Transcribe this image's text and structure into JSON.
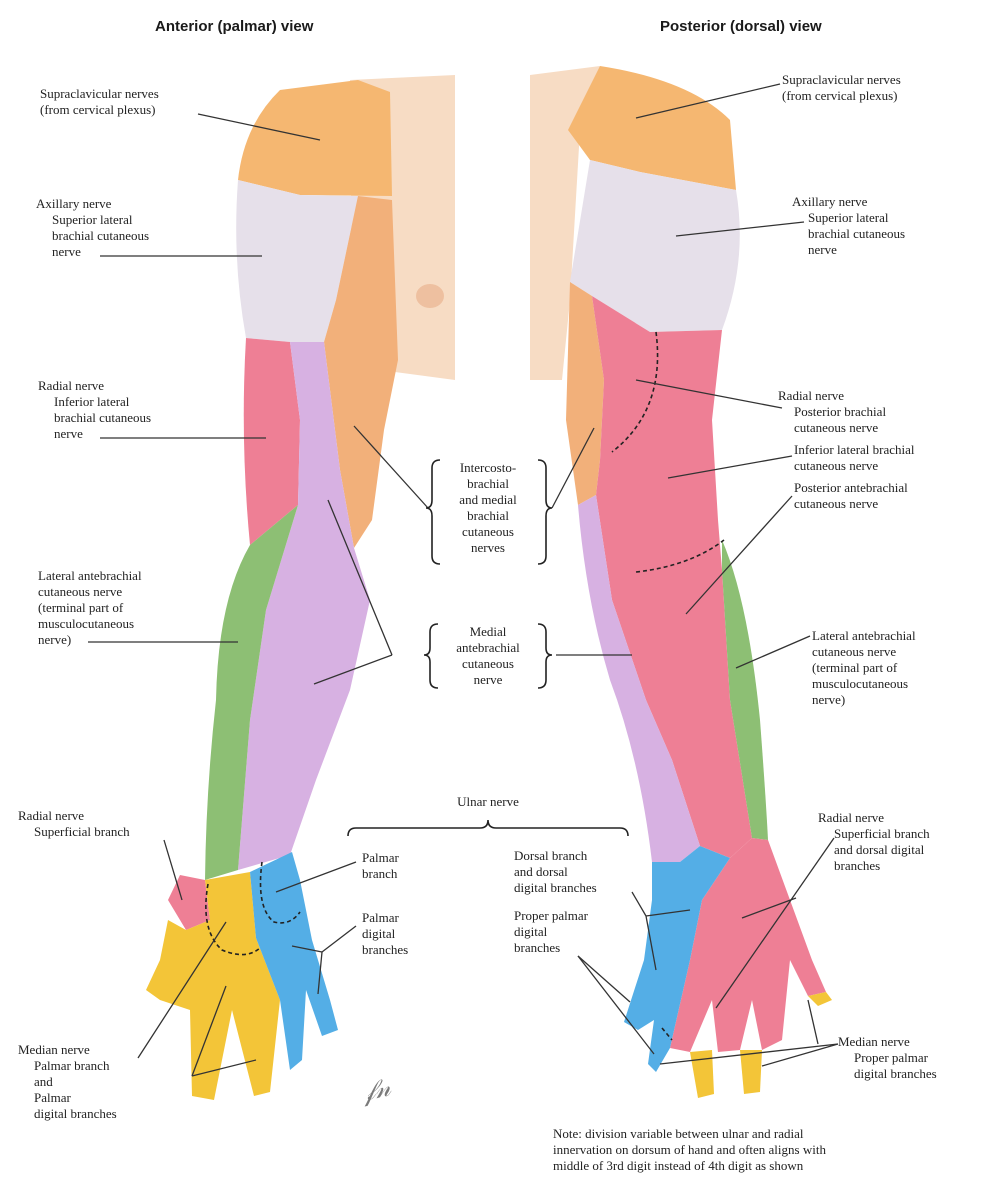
{
  "titles": {
    "anterior": "Anterior (palmar) view",
    "posterior": "Posterior (dorsal) view"
  },
  "labels": {
    "supraclavicular_l": [
      "Supraclavicular nerves",
      "(from cervical plexus)"
    ],
    "supraclavicular_r": [
      "Supraclavicular nerves",
      "(from cervical plexus)"
    ],
    "axillary_l": [
      "Axillary nerve",
      "Superior lateral",
      "brachial cutaneous",
      "nerve"
    ],
    "axillary_r": [
      "Axillary nerve",
      "Superior lateral",
      "brachial cutaneous",
      "nerve"
    ],
    "radial_inferior_l": [
      "Radial nerve",
      "Inferior lateral",
      "brachial cutaneous",
      "nerve"
    ],
    "radial_posterior_r": [
      "Radial nerve",
      "Posterior brachial",
      "cutaneous nerve"
    ],
    "inferior_lateral_r": [
      "Inferior lateral brachial",
      "cutaneous nerve"
    ],
    "posterior_antebrachial_r": [
      "Posterior antebrachial",
      "cutaneous nerve"
    ],
    "intercostobrachial": [
      "Intercosto-",
      "brachial",
      "and medial",
      "brachial",
      "cutaneous",
      "nerves"
    ],
    "medial_antebrachial": [
      "Medial",
      "antebrachial",
      "cutaneous",
      "nerve"
    ],
    "lateral_antebrachial_l": [
      "Lateral antebrachial",
      "cutaneous nerve",
      "(terminal part of",
      "musculocutaneous",
      "nerve)"
    ],
    "lateral_antebrachial_r": [
      "Lateral antebrachial",
      "cutaneous nerve",
      "(terminal part of",
      "musculocutaneous",
      "nerve)"
    ],
    "ulnar_nerve": [
      "Ulnar nerve"
    ],
    "radial_superficial_l": [
      "Radial nerve",
      "Superficial branch"
    ],
    "radial_superficial_r": [
      "Radial nerve",
      "Superficial branch",
      "and dorsal digital",
      "branches"
    ],
    "palmar_branch": [
      "Palmar",
      "branch"
    ],
    "palmar_digital": [
      "Palmar",
      "digital",
      "branches"
    ],
    "dorsal_branch": [
      "Dorsal branch",
      "and dorsal",
      "digital branches"
    ],
    "proper_palmar_ulnar": [
      "Proper palmar",
      "digital",
      "branches"
    ],
    "median_l": [
      "Median nerve",
      "Palmar branch",
      "and",
      "Palmar",
      "digital branches"
    ],
    "median_r": [
      "Median nerve",
      "Proper palmar",
      "digital branches"
    ]
  },
  "note": [
    "Note: division variable between ulnar and radial",
    "innervation on dorsum of hand and often aligns with",
    "middle of 3rd digit instead of 4th digit as shown"
  ],
  "colors": {
    "supraclavicular": "#f5b771",
    "axillary": "#e6e0ea",
    "radial": "#ee7f95",
    "intercostobrachial": "#f2b07a",
    "medial_antebrachial": "#d7b1e2",
    "lateral_antebrachial": "#8dbf74",
    "ulnar": "#54aee6",
    "median": "#f3c538",
    "skin": "#f7dcc4"
  }
}
